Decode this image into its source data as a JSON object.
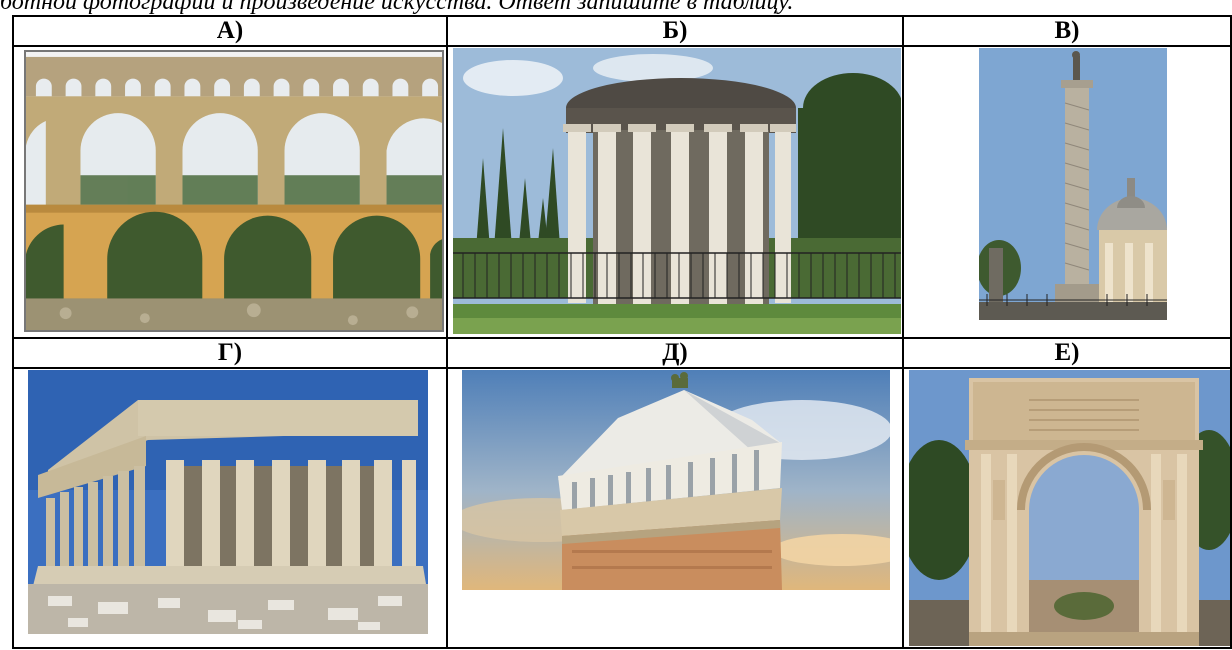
{
  "caption": "ботной фотографий и произведение искусства. Ответ запишите в таблицу.",
  "cells": [
    {
      "label": "А)",
      "subject": "aqueduct"
    },
    {
      "label": "Б)",
      "subject": "round-temple"
    },
    {
      "label": "В)",
      "subject": "column"
    },
    {
      "label": "Г)",
      "subject": "parthenon"
    },
    {
      "label": "Д)",
      "subject": "mausoleum"
    },
    {
      "label": "Е)",
      "subject": "triumphal-arch"
    }
  ],
  "colors": {
    "border": "#000000",
    "sky": "#6f9fd6",
    "stone": "#c8b48a",
    "marble": "#e6e0d2",
    "greenery": "#3f6b2a"
  }
}
